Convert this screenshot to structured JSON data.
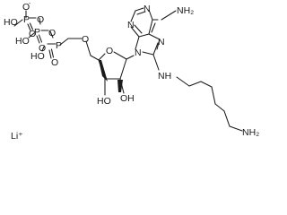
{
  "labels": {
    "o_top": "O",
    "o_minus": "-",
    "ho_1": "HO",
    "p_1": "P",
    "o_1": "O",
    "o_a": "O",
    "ho_2": "HO",
    "p_2": "P",
    "o_2": "O",
    "o_b": "O",
    "ho_3": "HO",
    "p_3": "P",
    "o_3": "O",
    "o_c": "O",
    "o_ring": "O",
    "nh2_top": "NH₂",
    "n_purine_1": "N",
    "n_purine_3": "N",
    "n_purine_7": "N",
    "n_purine_9": "N",
    "nh_linker": "NH",
    "ho_ring_1": "HO",
    "oh_ring_2": "OH",
    "nh2_bottom": "NH₂",
    "li_plus": "Li⁺"
  }
}
